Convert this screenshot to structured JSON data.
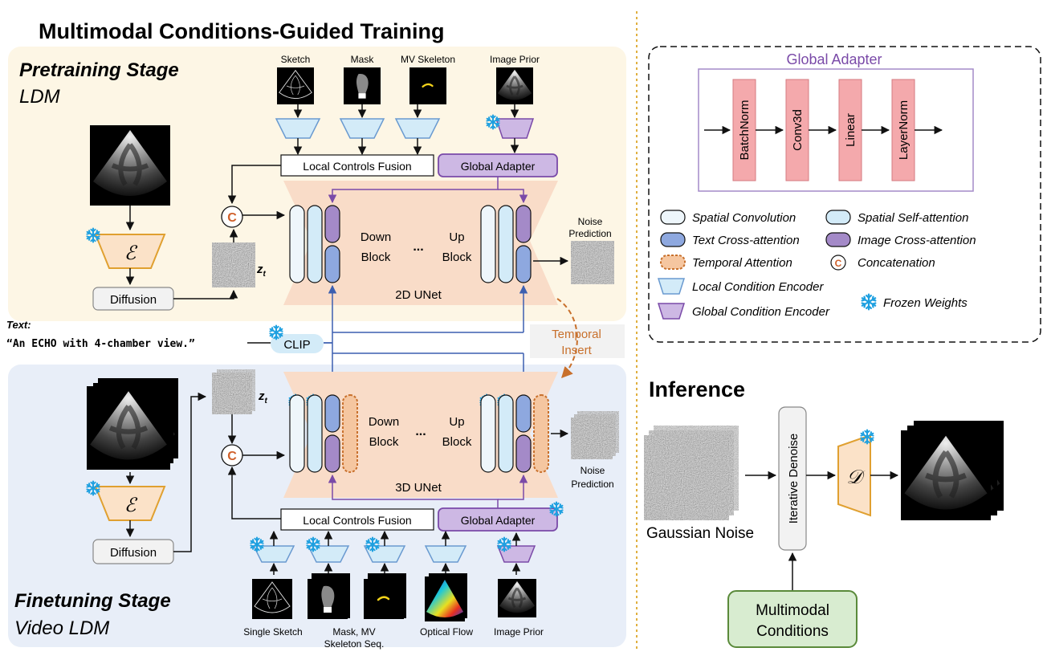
{
  "training": {
    "title": "Multimodal Conditions-Guided Training",
    "pretrain_title": "Pretraining Stage",
    "pretrain_sub": "LDM",
    "finetune_title": "Finetuning Stage",
    "finetune_sub": "Video LDM",
    "top_inputs": [
      "Sketch",
      "Mask",
      "MV Skeleton"
    ],
    "image_prior": "Image Prior",
    "local_fusion": "Local Controls Fusion",
    "global_adapter": "Global Adapter",
    "encoder_symbol": "ℰ",
    "diffusion": "Diffusion",
    "concat_symbol": "C",
    "zt": "z",
    "zt_sub": "t",
    "down_block": [
      "Down",
      "Block"
    ],
    "up_block": [
      "Up",
      "Block"
    ],
    "ellipsis": "...",
    "unet2d": "2D UNet",
    "unet3d": "3D UNet",
    "noise_prediction": [
      "Noise",
      "Prediction"
    ],
    "text_label": "Text:",
    "text_prompt": "“An ECHO with 4-chamber view.”",
    "clip": "CLIP",
    "temporal_insert": [
      "Temporal",
      "Insert"
    ],
    "bottom_inputs": [
      "Single Sketch",
      "Optical Flow",
      "Image Prior"
    ],
    "mask_seq": [
      "Mask, MV",
      "Skeleton Seq."
    ]
  },
  "adapter_panel": {
    "title": "Global Adapter",
    "layers": [
      "BatchNorm",
      "Conv3d",
      "Linear",
      "LayerNorm"
    ]
  },
  "legend": {
    "spatial_conv": "Spatial Convolution",
    "spatial_self_attn": "Spatial Self-attention",
    "text_cross_attn": "Text Cross-attention",
    "image_cross_attn": "Image Cross-attention",
    "temporal_attn": "Temporal Attention",
    "concatenation": "Concatenation",
    "local_encoder": "Local Condition Encoder",
    "global_encoder": "Global Condition Encoder",
    "frozen": "Frozen Weights",
    "concat_symbol": "C"
  },
  "inference": {
    "title": "Inference",
    "gaussian_noise": "Gaussian Noise",
    "iterative_denoise": "Iterative Denoise",
    "decoder_symbol": "𝒟",
    "conditions": [
      "Multimodal",
      "Conditions"
    ]
  },
  "colors": {
    "pretrain_bg": "#fdf6e5",
    "finetune_bg": "#e8eef8",
    "unet_bg": "#f9dcc8",
    "conv_fill": "#eef6fb",
    "self_attn_fill": "#d3ebf8",
    "text_attn_fill": "#8ea8df",
    "image_attn_fill": "#a48ac8",
    "temporal_fill": "#f5c6a0",
    "temporal_stroke": "#c8702c",
    "encoder_orange": "#fbe2c8",
    "encoder_stroke": "#e0a030",
    "global_purple": "#cdb8e4",
    "purple_stroke": "#7a4aa8",
    "blue_stroke": "#3c5fb0",
    "layer_fill": "#f4a9ac",
    "snow": "#1ea0e0",
    "conditions_fill": "#d8ecd0",
    "conditions_stroke": "#5a8a3a"
  }
}
